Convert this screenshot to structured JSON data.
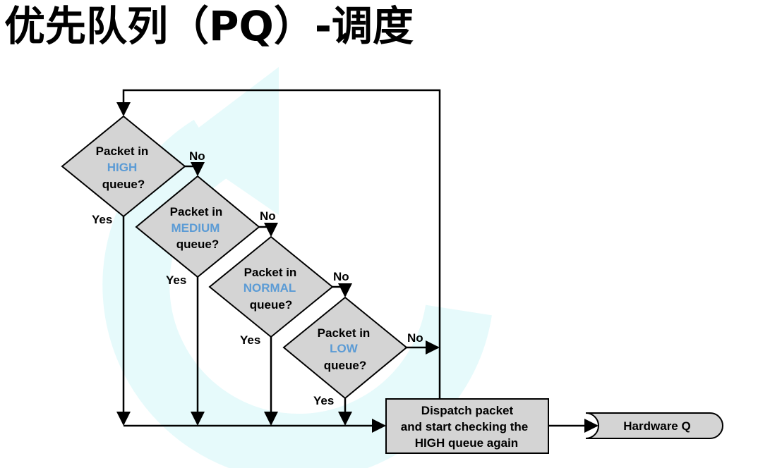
{
  "title": "优先队列（PQ）-调度",
  "decisions": [
    {
      "line1": "Packet in",
      "queue": "HIGH",
      "line3": "queue?"
    },
    {
      "line1": "Packet in",
      "queue": "MEDIUM",
      "line3": "queue?"
    },
    {
      "line1": "Packet in",
      "queue": "NORMAL",
      "line3": "queue?"
    },
    {
      "line1": "Packet in",
      "queue": "LOW",
      "line3": "queue?"
    }
  ],
  "branch_labels": {
    "no": "No",
    "yes": "Yes"
  },
  "dispatch": {
    "line1": "Dispatch packet",
    "line2": "and start checking the",
    "line3": "HIGH queue again"
  },
  "hardware_queue": "Hardware Q",
  "colors": {
    "queue_name": "#5b9bd5",
    "shape_fill": "#d4d4d4",
    "watermark": "#e6fafb",
    "line": "#000000"
  }
}
